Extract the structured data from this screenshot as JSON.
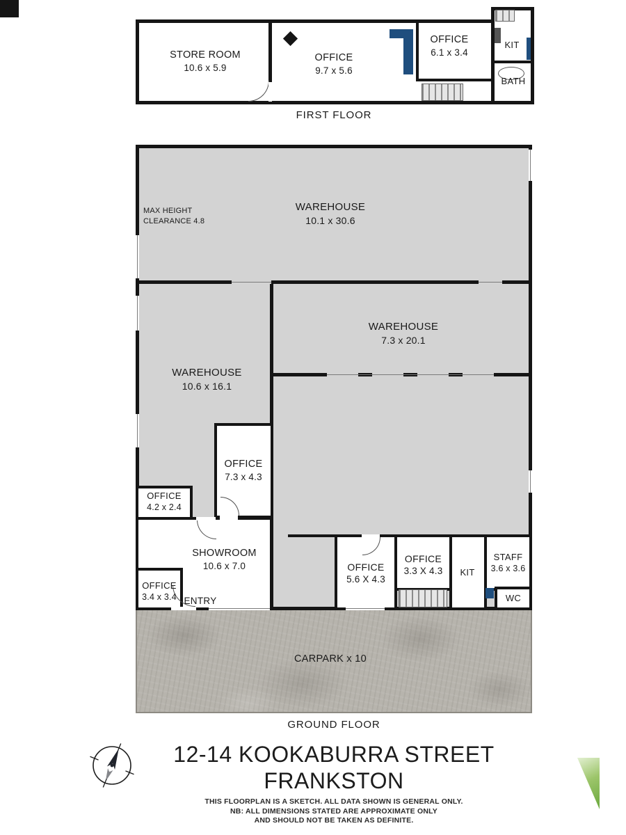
{
  "colors": {
    "wall": "#151515",
    "warehouse_fill": "#d3d3d3",
    "carpark_fill": "#b7b4ad",
    "accent_blue": "#1f4e7e",
    "triangle_green": "#6aa83d"
  },
  "first_floor": {
    "label": "FIRST FLOOR",
    "rooms": {
      "store_room": {
        "name": "STORE ROOM",
        "dims": "10.6 x 5.9"
      },
      "office_a": {
        "name": "OFFICE",
        "dims": "9.7 x 5.6"
      },
      "office_b": {
        "name": "OFFICE",
        "dims": "6.1 x 3.4"
      },
      "kit": {
        "name": "KIT"
      },
      "bath": {
        "name": "BATH"
      }
    }
  },
  "ground_floor": {
    "label": "GROUND FLOOR",
    "max_height_note": {
      "line1": "MAX HEIGHT",
      "line2": "CLEARANCE 4.8"
    },
    "rooms": {
      "warehouse_main": {
        "name": "WAREHOUSE",
        "dims": "10.1 x 30.6"
      },
      "warehouse_east": {
        "name": "WAREHOUSE",
        "dims": "7.3 x 20.1"
      },
      "warehouse_west": {
        "name": "WAREHOUSE",
        "dims": "10.6 x 16.1"
      },
      "office_c": {
        "name": "OFFICE",
        "dims": "7.3 x 4.3"
      },
      "office_d": {
        "name": "OFFICE",
        "dims": "4.2 x 2.4"
      },
      "showroom": {
        "name": "SHOWROOM",
        "dims": "10.6 x 7.0"
      },
      "office_e": {
        "name": "OFFICE",
        "dims": "3.4 x 3.4"
      },
      "entry": {
        "name": "ENTRY"
      },
      "office_f": {
        "name": "OFFICE",
        "dims": "5.6 X 4.3"
      },
      "office_g": {
        "name": "OFFICE",
        "dims": "3.3 X 4.3"
      },
      "kit": {
        "name": "KIT"
      },
      "staff": {
        "name": "STAFF",
        "dims": "3.6 x 3.6"
      },
      "wc": {
        "name": "WC"
      },
      "carpark": {
        "name": "CARPARK x 10"
      }
    }
  },
  "footer": {
    "address_line1": "12-14 KOOKABURRA STREET",
    "address_line2": "FRANKSTON",
    "disclaimer": [
      "THIS FLOORPLAN IS A SKETCH. ALL DATA SHOWN IS GENERAL ONLY.",
      "NB: ALL DIMENSIONS STATED ARE APPROXIMATE ONLY",
      "AND SHOULD NOT BE TAKEN AS DEFINITE."
    ]
  }
}
